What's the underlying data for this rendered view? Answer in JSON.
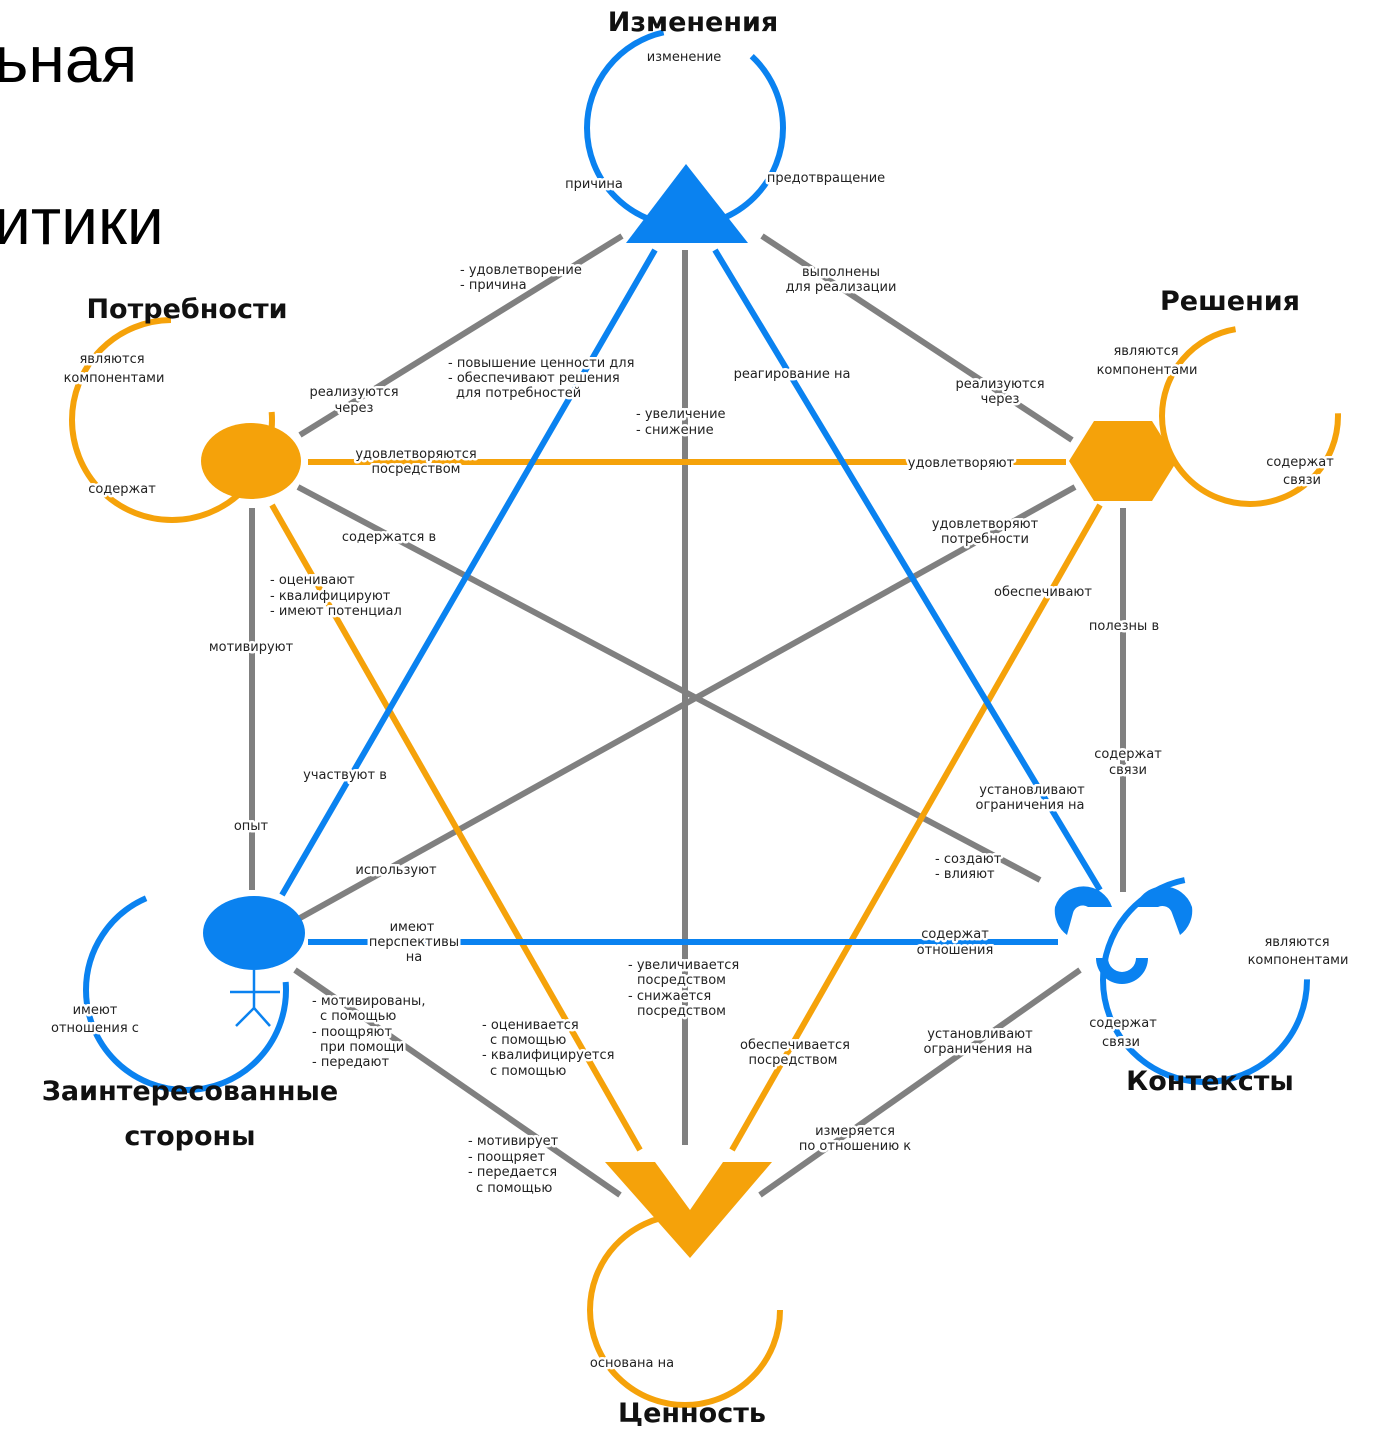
{
  "background_text": [
    "ьная",
    "итики"
  ],
  "colors": {
    "blue": "#0a82f0",
    "orange": "#f5a20a",
    "gray": "#808080"
  },
  "nodes": {
    "changes": {
      "title": "Изменения",
      "icon": "triangle-icon"
    },
    "needs": {
      "title": "Потребности",
      "icon": "circle-icon"
    },
    "solutions": {
      "title": "Решения",
      "icon": "hexagon-icon"
    },
    "stakeholders": {
      "title_line1": "Заинтересованные",
      "title_line2": "стороны",
      "icon": "stickman-icon"
    },
    "contexts": {
      "title": "Контексты",
      "icon": "trefoil-icon"
    },
    "value": {
      "title": "Ценность",
      "icon": "chevron-icon"
    }
  },
  "loops": {
    "changes": {
      "top": "изменение",
      "left": "причина",
      "right": "предотвращение"
    },
    "needs": {
      "top": [
        "являются",
        "компонентами"
      ],
      "bottom": "содержат"
    },
    "solutions": {
      "top": [
        "являются",
        "компонентами"
      ],
      "right": [
        "содержат",
        "связи"
      ]
    },
    "stakeholders": {
      "left": [
        "имеют",
        "отношения с"
      ]
    },
    "contexts": {
      "right": [
        "являются",
        "компонентами"
      ],
      "bottom": [
        "содержат",
        "связи"
      ]
    },
    "value": {
      "top": "основана на"
    }
  },
  "edges": {
    "changes_needs": [
      "- удовлетворение",
      "- причина"
    ],
    "needs_changes": [
      "реализуются",
      "через"
    ],
    "changes_stakeholders": [
      "- повышение ценности для",
      "- обеспечивают решения",
      "для потребностей"
    ],
    "changes_value": [
      "- увеличение",
      "- снижение"
    ],
    "changes_contexts": "реагирование на",
    "changes_solutions": [
      "выполнены",
      "для реализации"
    ],
    "solutions_changes": [
      "реализуются",
      "через"
    ],
    "needs_solutions": [
      "удовлетворяются",
      "посредством"
    ],
    "solutions_needs": "удовлетворяют",
    "needs_contexts": "содержатся в",
    "needs_value": [
      "- оценивают",
      "- квалифицируют",
      "- имеют потенциал"
    ],
    "needs_stakeholders": "мотивируют",
    "stakeholders_needs": "опыт",
    "stakeholders_changes": "участвуют в",
    "stakeholders_solutions": "используют",
    "solutions_stakeholders": [
      "удовлетворяют",
      "потребности"
    ],
    "solutions_value": "обеспечивают",
    "solutions_contexts": "полезны в",
    "contexts_solutions": [
      "содержат",
      "связи"
    ],
    "contexts_changes": [
      "установливают",
      "ограничения на"
    ],
    "contexts_needs": [
      "- создают",
      "- влияют"
    ],
    "stakeholders_contexts": [
      "имеют",
      "перспективы",
      "на"
    ],
    "contexts_stakeholders": [
      "содержат",
      "отношения"
    ],
    "value_changes": [
      "- увеличивается",
      "посредством",
      "- снижается",
      "посредством"
    ],
    "stakeholders_value": [
      "- мотивированы,",
      "с помощью",
      "- поощряют",
      "при помощи",
      "- передают"
    ],
    "value_needs": [
      "- оценивается",
      "с помощью",
      "- квалифицируется",
      "с помощью"
    ],
    "value_solutions": [
      "обеспечивается",
      "посредством"
    ],
    "contexts_value_top": [
      "установливают",
      "ограничения на"
    ],
    "value_contexts": [
      "измеряется",
      "по отношению к"
    ],
    "value_stakeholders": [
      "- мотивирует",
      "- поощряет",
      "- передается",
      "с помощью"
    ]
  }
}
